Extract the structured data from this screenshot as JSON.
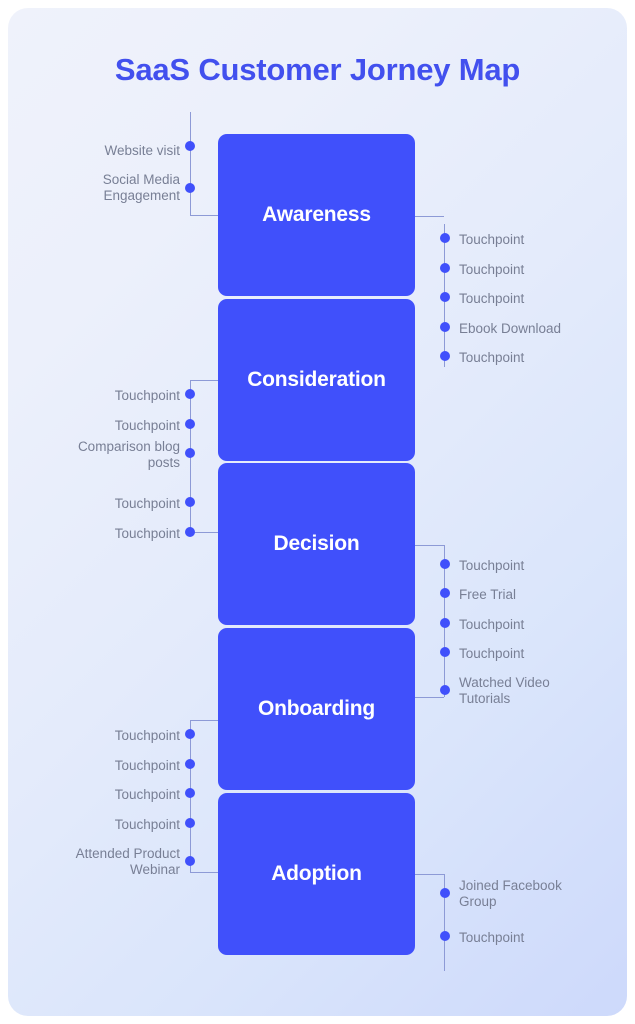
{
  "page": {
    "title": "SaaS Customer Jorney Map",
    "accent_color": "#4050fb",
    "title_color": "#4250ee",
    "label_color": "#787f95",
    "connector_color": "#8d9ad6",
    "background_gradient_from": "#eff2fb",
    "background_gradient_to": "#cdd9fb"
  },
  "stages": [
    {
      "name": "Awareness",
      "left_touchpoints": [
        "Website visit",
        "Social Media\nEngagement"
      ],
      "right_touchpoints": [
        "Touchpoint",
        "Touchpoint",
        "Touchpoint",
        "Ebook Download",
        "Touchpoint"
      ]
    },
    {
      "name": "Consideration",
      "left_touchpoints": [
        "Touchpoint",
        "Touchpoint",
        "Comparison blog\nposts",
        "Touchpoint",
        "Touchpoint"
      ],
      "right_touchpoints": []
    },
    {
      "name": "Decision",
      "left_touchpoints": [],
      "right_touchpoints": [
        "Touchpoint",
        "Free Trial",
        "Touchpoint",
        "Touchpoint",
        "Watched Video\nTutorials"
      ]
    },
    {
      "name": "Onboarding",
      "left_touchpoints": [
        "Touchpoint",
        "Touchpoint",
        "Touchpoint",
        "Touchpoint",
        "Attended Product\nWebinar"
      ],
      "right_touchpoints": []
    },
    {
      "name": "Adoption",
      "left_touchpoints": [],
      "right_touchpoints": [
        "Joined Facebook\nGroup",
        "Touchpoint"
      ]
    }
  ]
}
